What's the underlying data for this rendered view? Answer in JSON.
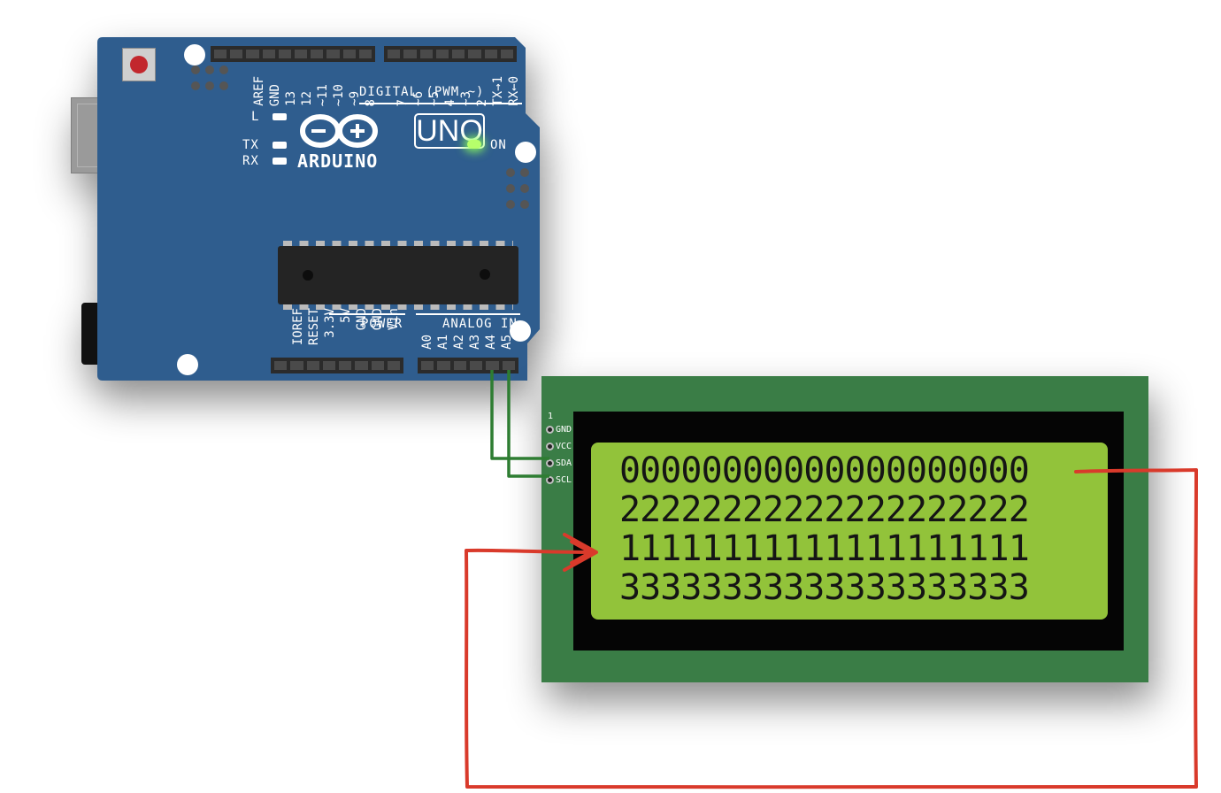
{
  "board": {
    "reset_name": "reset-button",
    "top_labels": [
      "AREF",
      "GND",
      "13",
      "12",
      "~11",
      "~10",
      "~9",
      "8",
      "7",
      "~6",
      "~5",
      "4",
      "~3",
      "2",
      "TX→1",
      "RX←0"
    ],
    "digital_label": "DIGITAL (PWM ~)",
    "led_labels": {
      "l": "L",
      "tx": "TX",
      "rx": "RX",
      "on": "ON"
    },
    "model": "UNO",
    "brand": "ARDUINO",
    "power_group": "POWER",
    "power_pins": [
      "IOREF",
      "RESET",
      "3.3V",
      "5V",
      "GND",
      "GND",
      "Vin"
    ],
    "analog_group": "ANALOG IN",
    "analog_pins": [
      "A0",
      "A1",
      "A2",
      "A3",
      "A4",
      "A5"
    ],
    "colors": {
      "pcb": "#2f5d8e",
      "wire": "#2e7d32",
      "power_led": "#9dff5b"
    }
  },
  "lcd": {
    "pin_marker": "1",
    "pins": [
      "GND",
      "VCC",
      "SDA",
      "SCL"
    ],
    "rows": [
      "00000000000000000000",
      "22222222222222222222",
      "11111111111111111111",
      "33333333333333333333"
    ],
    "colors": {
      "pcb": "#3a7d46",
      "bezel": "#050505",
      "backlight": "#92c33a",
      "text": "#151515"
    }
  },
  "annotation": {
    "color": "#d93a2b",
    "meaning": "row-order-arrow"
  }
}
